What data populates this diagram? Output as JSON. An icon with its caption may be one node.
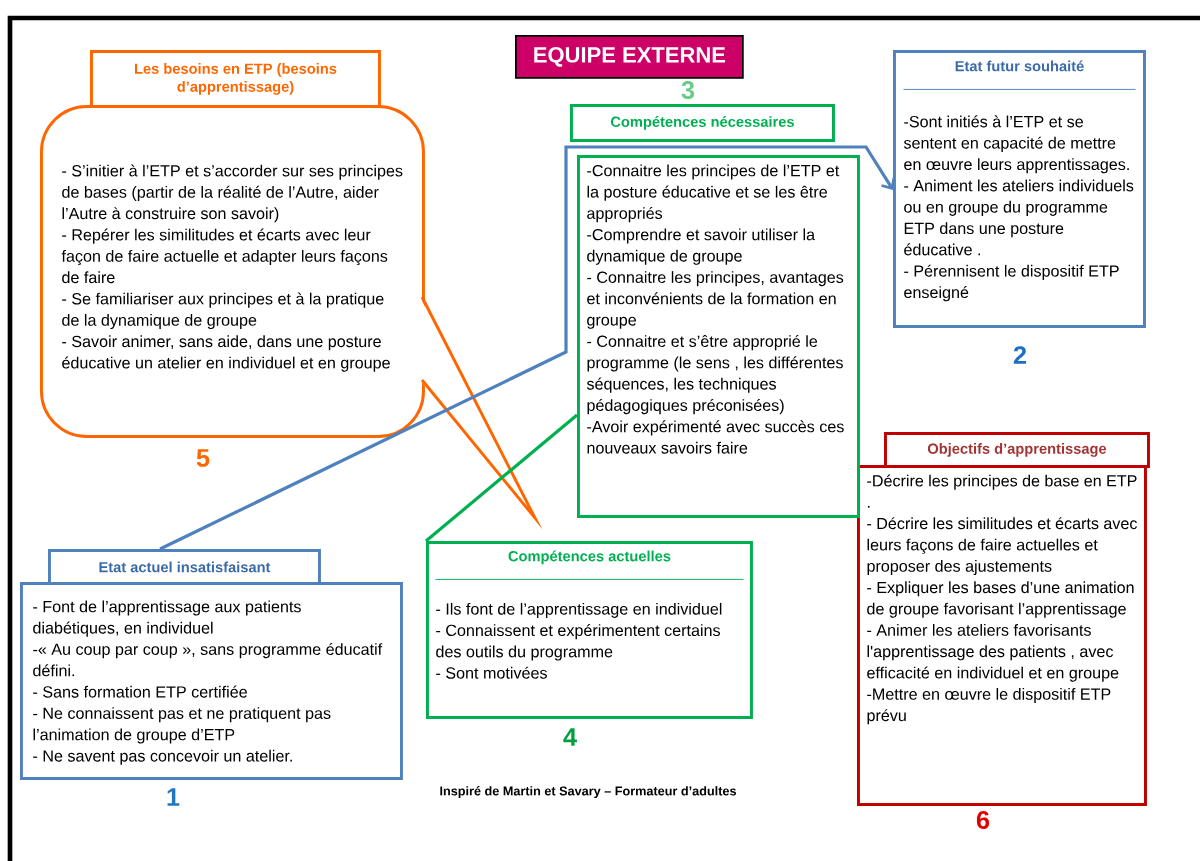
{
  "diagram": {
    "caption": "Inspiré de Martin et Savary – Formateur d’adultes",
    "nodes": [
      {
        "text": [
          "EQUIPE EXTERNE"
        ]
      },
      {
        "text": [
          "Les besoins en ETP (besoins d’apprentissage)"
        ]
      },
      {
        "text": [
          "- S’initier à l’ETP et s’accorder sur ses principes de bases (partir de la réalité de l’Autre, aider l’Autre à construire son savoir)",
          "- Repérer les similitudes et écarts avec leur façon de faire actuelle et adapter leurs façons de faire",
          "- Se familiariser aux principes et à la pratique de la dynamique de groupe",
          "- Savoir animer, sans aide, dans une posture éducative un atelier en individuel et en groupe"
        ],
        "beside": [
          "5"
        ]
      },
      {
        "text": [
          "Compétences nécessaires"
        ],
        "beside": [
          "3"
        ]
      },
      {
        "text": [
          "-Connaitre les principes de l’ETP et la posture éducative et se les être appropriés",
          "-Comprendre et savoir utiliser la dynamique de groupe",
          "- Connaitre les principes, avantages et inconvénients de la formation en groupe",
          "- Connaitre et s’être approprié le programme (le sens , les différentes séquences, les techniques pédagogiques préconisées)",
          "-Avoir expérimenté avec succès ces nouveaux savoirs faire"
        ]
      },
      {
        "text": [
          "Etat futur souhaité",
          "-Sont initiés à l’ETP et se sentent en capacité de mettre en œuvre leurs apprentissages.",
          "- Animent les ateliers individuels ou en groupe du programme ETP dans une posture éducative .",
          "- Pérennisent le dispositif ETP enseigné"
        ],
        "beside": [
          "2"
        ]
      },
      {
        "text": [
          "Objectifs d’apprentissage"
        ]
      },
      {
        "text": [
          "-Décrire les principes de base en ETP .",
          "- Décrire les similitudes et écarts avec leurs façons de faire actuelles et proposer des ajustements",
          "- Expliquer les bases d’une animation de groupe favorisant l’apprentissage",
          "- Animer les ateliers favorisants l'apprentissage des patients , avec efficacité en individuel et en groupe",
          "-Mettre en œuvre le dispositif ETP prévu"
        ],
        "beside": [
          "6"
        ]
      },
      {
        "text": [
          "Etat actuel insatisfaisant"
        ]
      },
      {
        "text": [
          "- Font de l’apprentissage aux patients diabétiques, en individuel",
          "-« Au coup par coup », sans programme éducatif défini.",
          "- Sans formation ETP certifiée",
          "- Ne connaissent pas et ne pratiquent pas l’animation de groupe d’ETP",
          "- Ne savent pas concevoir un atelier."
        ],
        "beside": [
          "1"
        ]
      },
      {
        "text": [
          "Compétences actuelles",
          "- Ils font de l’apprentissage en individuel",
          "- Connaissent et expérimentent certains des outils du programme",
          "- Sont motivées"
        ],
        "beside": [
          "4"
        ]
      }
    ],
    "edges": [
      {
        "from": 8,
        "to": 5,
        "arrow": "to",
        "color": "#4f81bd"
      },
      {
        "from": 10,
        "to": 4,
        "arrow": "none",
        "color": "#00b050"
      }
    ]
  }
}
